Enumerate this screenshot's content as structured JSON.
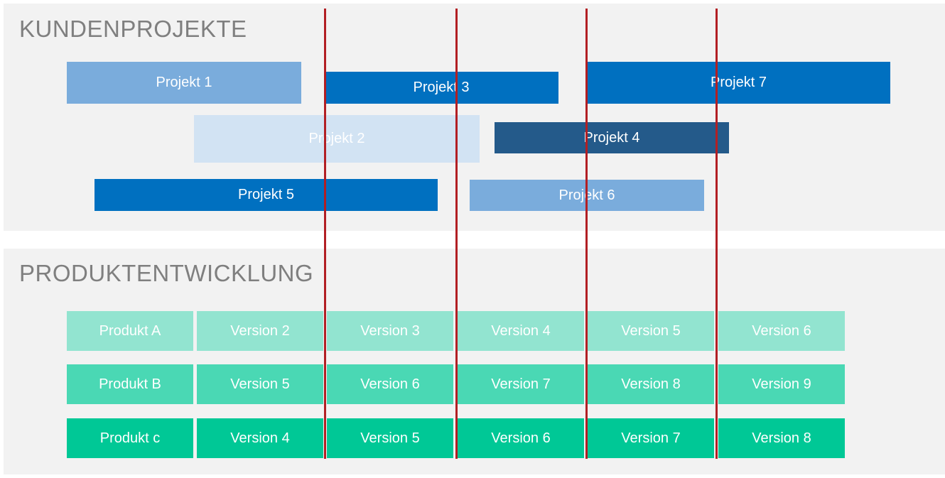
{
  "kundenprojekte": {
    "title": "KUNDENPROJEKTE",
    "projects": [
      {
        "label": "Projekt 1",
        "color": "#7aacdc"
      },
      {
        "label": "Projekt 3",
        "color": "#0070c0"
      },
      {
        "label": "Projekt 7",
        "color": "#0070c0"
      },
      {
        "label": "Projekt 2",
        "color": "#d2e3f3"
      },
      {
        "label": "Projekt 4",
        "color": "#245a8a"
      },
      {
        "label": "Projekt 5",
        "color": "#0070c0"
      },
      {
        "label": "Projekt 6",
        "color": "#7aacdc"
      }
    ]
  },
  "produktentwicklung": {
    "title": "PRODUKTENTWICKLUNG",
    "rows": [
      {
        "product": "Produkt A",
        "versions": [
          "Version 2",
          "Version 3",
          "Version 4",
          "Version 5",
          "Version 6"
        ],
        "color": "#92e4d0"
      },
      {
        "product": "Produkt B",
        "versions": [
          "Version 5",
          "Version 6",
          "Version 7",
          "Version 8",
          "Version 9"
        ],
        "color": "#4ad8b4"
      },
      {
        "product": "Produkt c",
        "versions": [
          "Version 4",
          "Version 5",
          "Version 6",
          "Version 7",
          "Version 8"
        ],
        "color": "#00c896"
      }
    ]
  },
  "colors": {
    "milestone_line": "#b21f24",
    "panel_bg": "#f2f2f2",
    "title_text": "#7f7f7f"
  }
}
